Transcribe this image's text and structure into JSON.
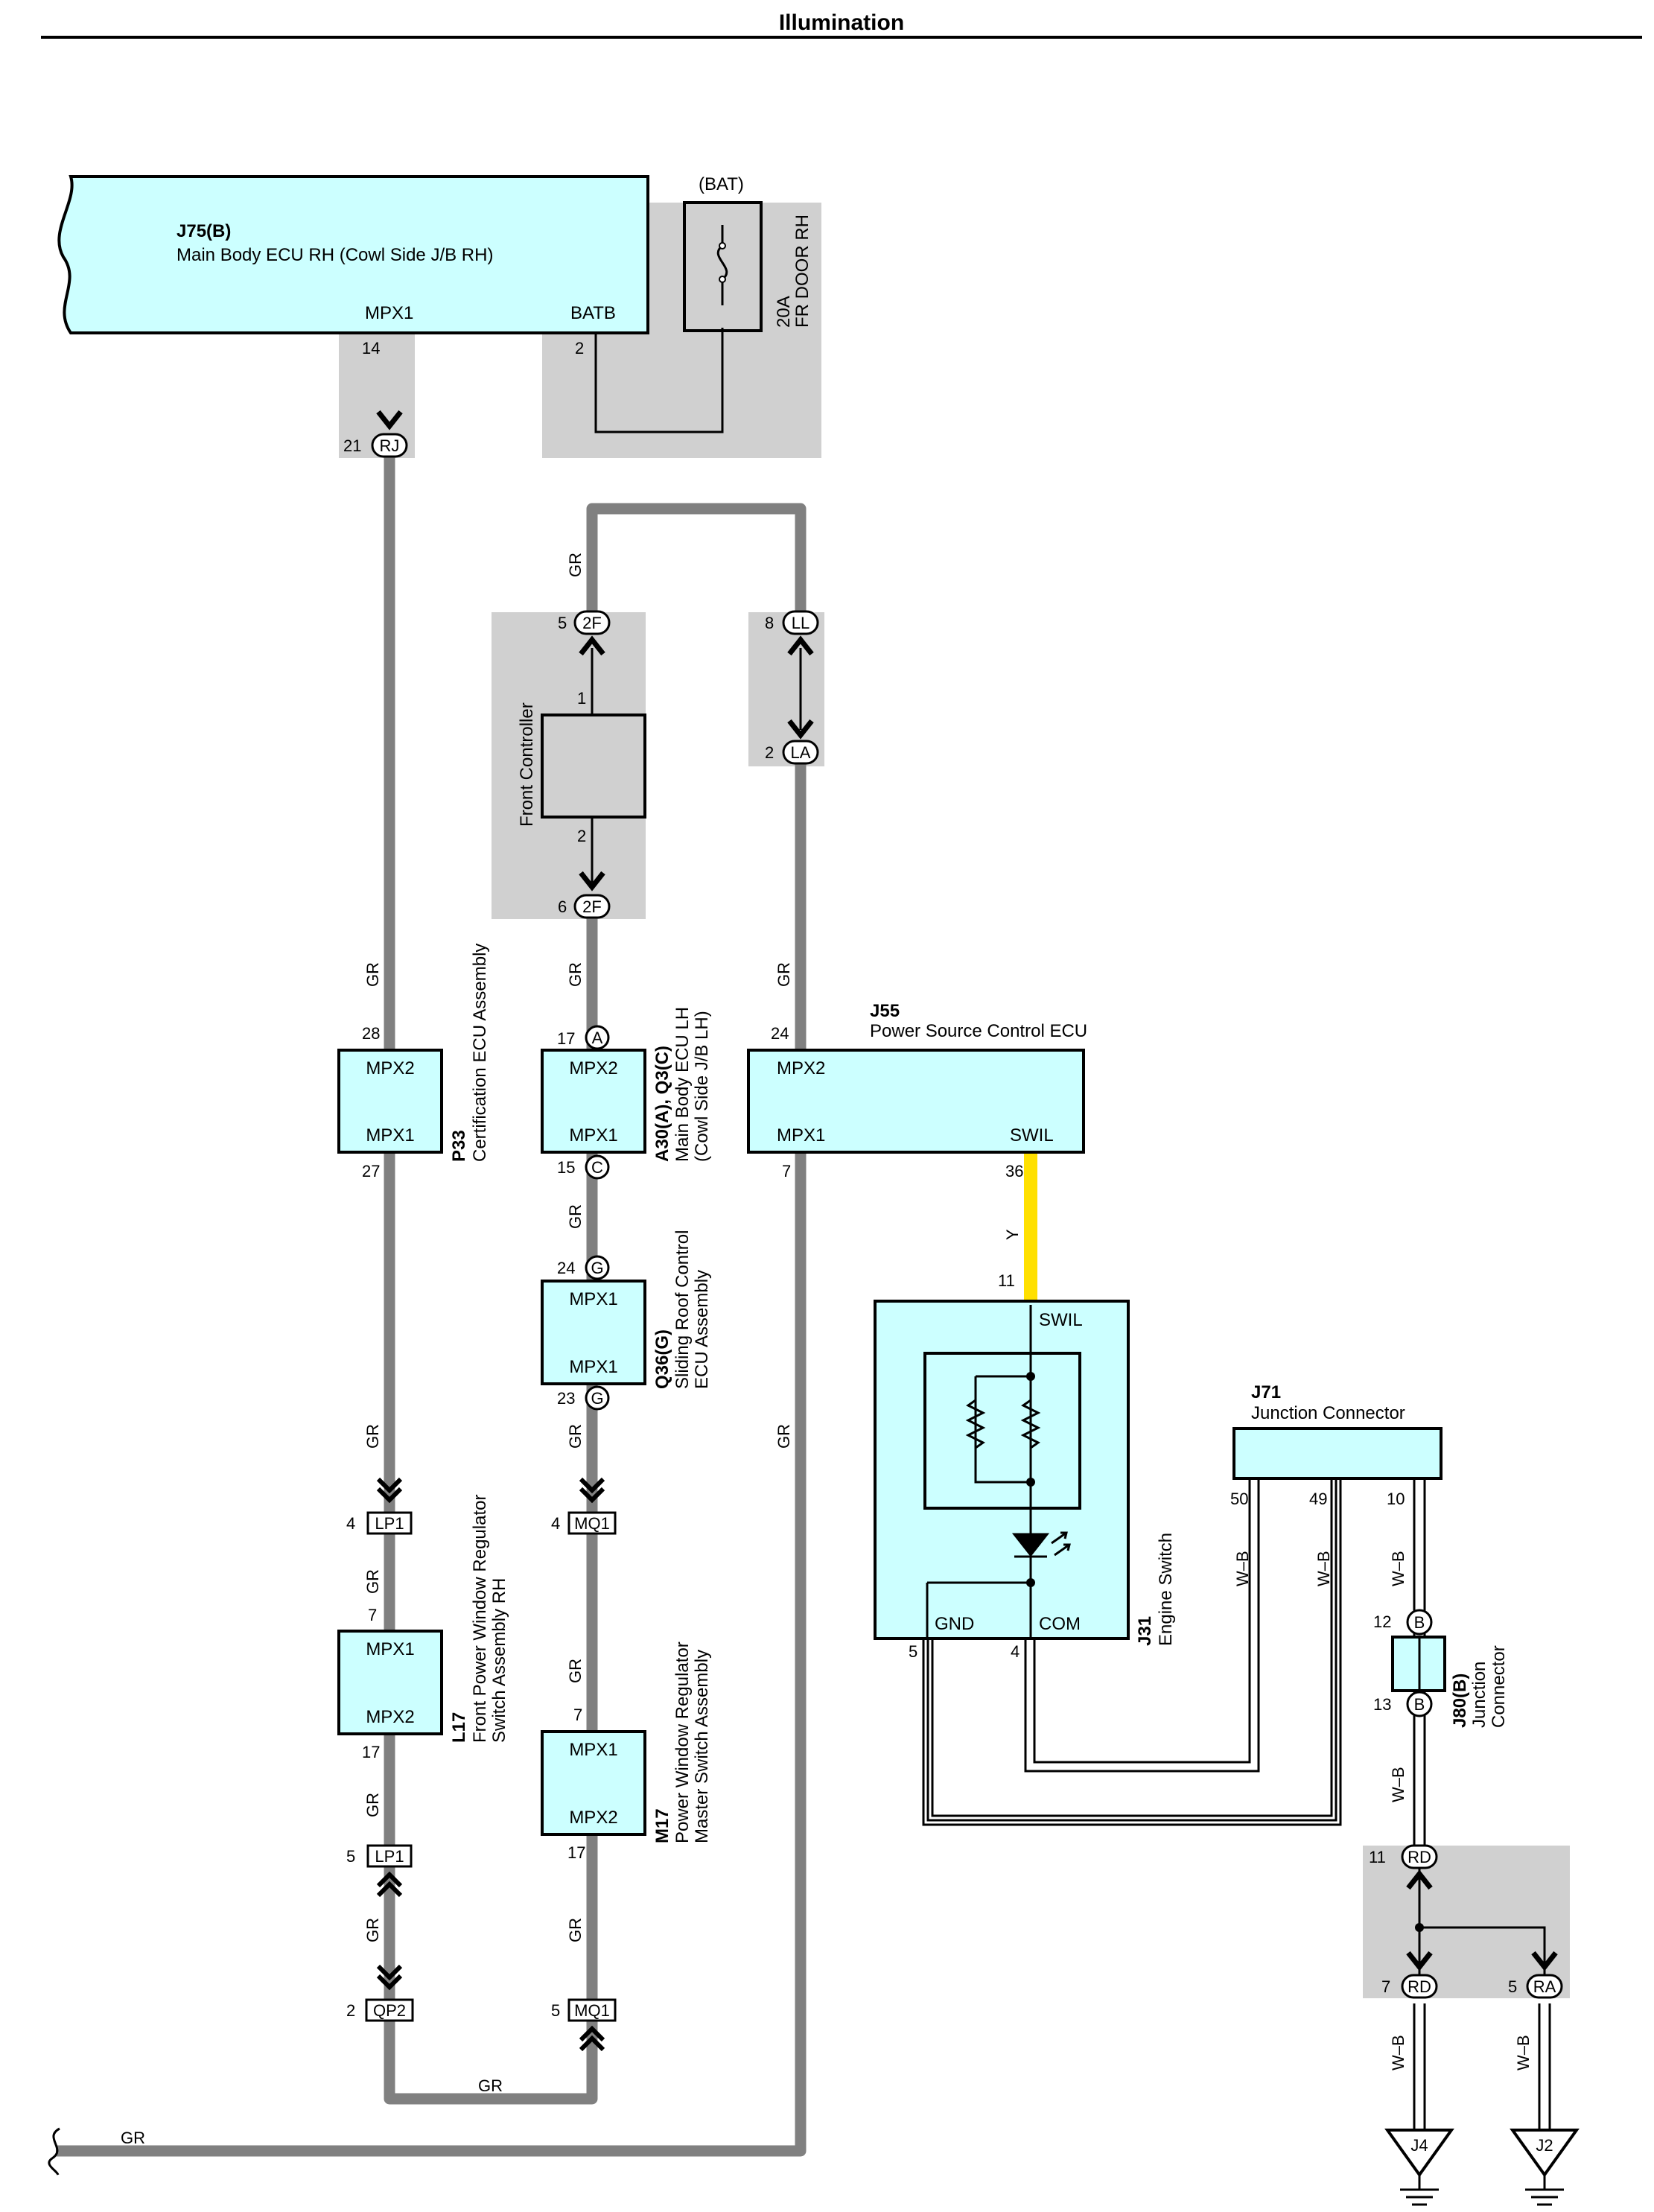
{
  "page": {
    "title": "Illumination"
  },
  "main_ecu": {
    "code": "J75(B)",
    "name": "Main Body ECU RH (Cowl Side J/B RH)",
    "term_mpx1": "MPX1",
    "term_batb": "BATB",
    "pin_mpx1": "14",
    "pin_batb": "2"
  },
  "fuse": {
    "supply": "(BAT)",
    "rating": "20A",
    "name": "FR DOOR RH"
  },
  "connectors": {
    "rj": {
      "pin": "21",
      "label": "RJ"
    },
    "f2_top": {
      "pin": "5",
      "label": "2F"
    },
    "f2_bot": {
      "pin": "6",
      "label": "2F"
    },
    "ll": {
      "pin": "8",
      "label": "LL"
    },
    "la": {
      "pin": "2",
      "label": "LA"
    },
    "lp1_a": {
      "pin": "4",
      "label": "LP1"
    },
    "lp1_b": {
      "pin": "5",
      "label": "LP1"
    },
    "qp2": {
      "pin": "2",
      "label": "QP2"
    },
    "mq1_a": {
      "pin": "4",
      "label": "MQ1"
    },
    "mq1_b": {
      "pin": "5",
      "label": "MQ1"
    },
    "rd_a": {
      "pin": "11",
      "label": "RD"
    },
    "rd_b": {
      "pin": "7",
      "label": "RD"
    },
    "ra": {
      "pin": "5",
      "label": "RA"
    }
  },
  "front_controller": {
    "name": "Front Controller",
    "pin1": "1",
    "pin2": "2"
  },
  "p33": {
    "code": "P33",
    "name": "Certification ECU Assembly",
    "t1": "MPX2",
    "t2": "MPX1",
    "pin_top": "28",
    "pin_bot": "27"
  },
  "a30": {
    "code": "A30(A), Q3(C)",
    "name": "Main Body ECU LH",
    "name2": "(Cowl Side J/B LH)",
    "t1": "MPX2",
    "t2": "MPX1",
    "pin_top": "17",
    "pin_bot": "15",
    "tag_top": "A",
    "tag_bot": "C"
  },
  "j55": {
    "code": "J55",
    "name": "Power Source Control ECU",
    "t_mpx2": "MPX2",
    "t_mpx1": "MPX1",
    "t_swil": "SWIL",
    "pin_mpx2": "24",
    "pin_mpx1": "7",
    "pin_swil": "36"
  },
  "q36": {
    "code": "Q36(G)",
    "name": "Sliding Roof Control",
    "name2": "ECU Assembly",
    "t1": "MPX1",
    "t2": "MPX1",
    "pin_top": "24",
    "pin_bot": "23",
    "tag": "G"
  },
  "l17": {
    "code": "L17",
    "name": "Front Power Window Regulator",
    "name2": "Switch Assembly RH",
    "t1": "MPX1",
    "t2": "MPX2",
    "pin_top": "7",
    "pin_bot": "17"
  },
  "m17": {
    "code": "M17",
    "name": "Power Window Regulator",
    "name2": "Master Switch Assembly",
    "t1": "MPX1",
    "t2": "MPX2",
    "pin_top": "7",
    "pin_bot": "17"
  },
  "j31": {
    "code": "J31",
    "name": "Engine Switch",
    "t_swil": "SWIL",
    "t_gnd": "GND",
    "t_com": "COM",
    "pin_swil": "11",
    "pin_gnd": "5",
    "pin_com": "4"
  },
  "j71": {
    "code": "J71",
    "name": "Junction Connector",
    "pin_a": "50",
    "pin_b": "49",
    "pin_c": "10"
  },
  "j80": {
    "code": "J80(B)",
    "name": "Junction",
    "name2": "Connector",
    "pin_top": "12",
    "pin_bot": "13",
    "tag": "B"
  },
  "grounds": {
    "g1": "J4",
    "g2": "J2"
  },
  "wire_colors": {
    "gr": "GR",
    "y": "Y",
    "wb": "W–B"
  },
  "colors": {
    "component_fill": "#ccffff",
    "shade": "#d0d0d0",
    "wire_gray": "#808080",
    "wire_yellow": "#ffe000"
  }
}
